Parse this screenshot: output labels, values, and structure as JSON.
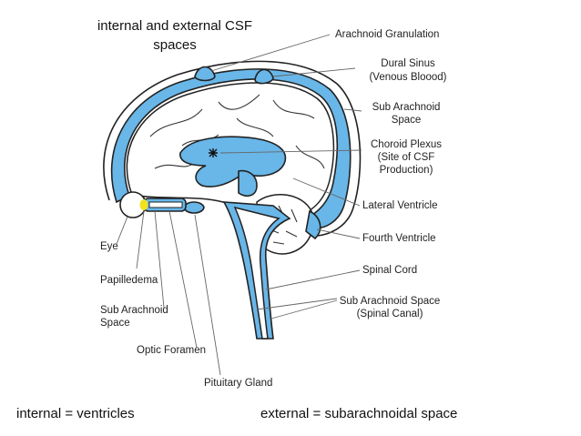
{
  "title_line1": "internal and external CSF",
  "title_line2": "spaces",
  "caption_left": "internal = ventricles",
  "caption_right": "external = subarachnoidal space",
  "labels": {
    "arachnoid_granulation": "Arachnoid Granulation",
    "dural_sinus_1": "Dural Sinus",
    "dural_sinus_2": "(Venous Bloood)",
    "sub_arachnoid_1": "Sub Arachnoid",
    "sub_arachnoid_2": "Space",
    "choroid_1": "Choroid Plexus",
    "choroid_2": "(Site of CSF",
    "choroid_3": "Production)",
    "lateral_ventricle": "Lateral Ventricle",
    "fourth_ventricle": "Fourth Ventricle",
    "spinal_cord": "Spinal Cord",
    "spinal_canal_1": "Sub Arachnoid Space",
    "spinal_canal_2": "(Spinal Canal)",
    "eye": "Eye",
    "papilledema": "Papilledema",
    "left_sub_arachnoid_1": "Sub Arachnoid",
    "left_sub_arachnoid_2": "Space",
    "optic_foramen": "Optic Foramen",
    "pituitary_gland": "Pituitary Gland"
  },
  "colors": {
    "csf": "#69b6e8",
    "papilledema": "#f2e21d"
  }
}
